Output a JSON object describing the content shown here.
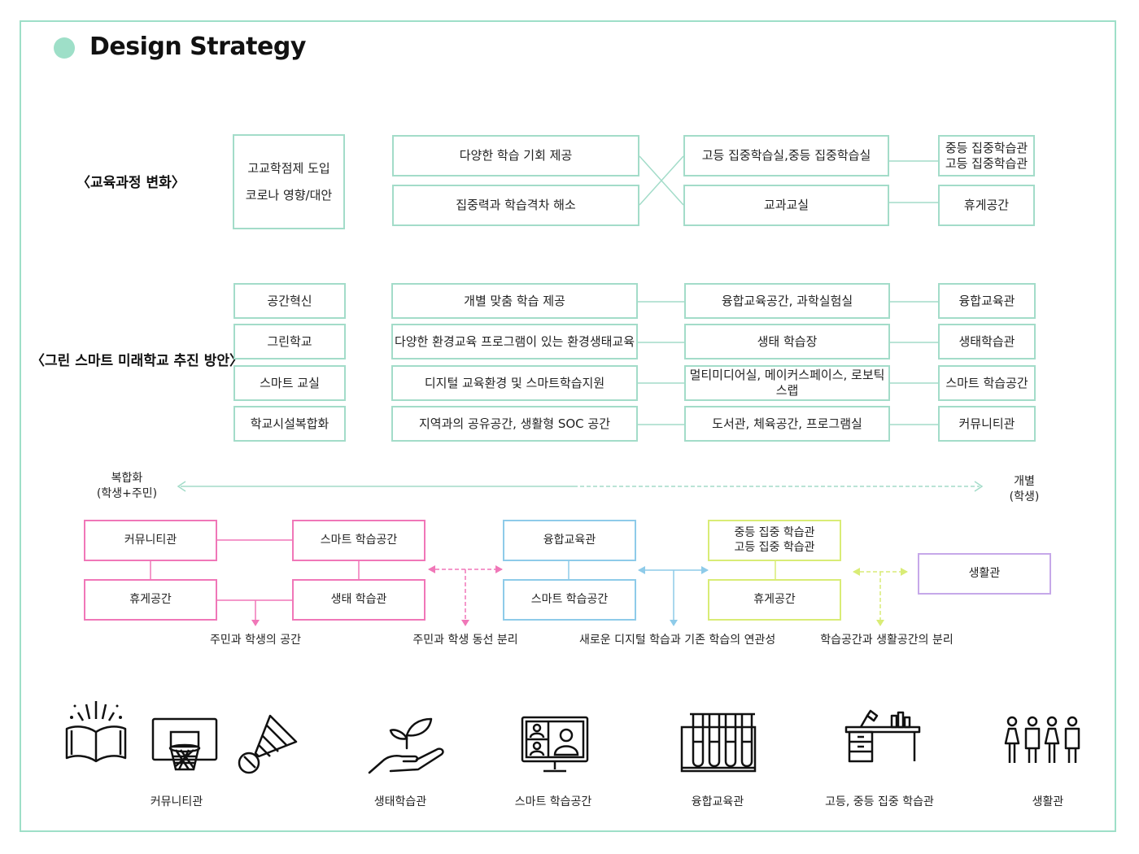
{
  "title": "Design Strategy",
  "section1": {
    "heading": "〈교육과정 변화〉",
    "col1": [
      "고교학점제 도입",
      "코로나 영향/대안"
    ],
    "col2": [
      "다양한 학습 기회 제공",
      "집중력과 학습격차 해소"
    ],
    "col3": [
      "고등 집중학습실,중등 집중학습실",
      "교과교실"
    ],
    "col4": [
      [
        "중등 집중학습관",
        "고등 집중학습관"
      ],
      "휴게공간"
    ]
  },
  "section2": {
    "heading": "〈그린 스마트 미래학교 추진 방안〉",
    "col1": [
      "공간혁신",
      "그린학교",
      "스마트 교실",
      "학교시설복합화"
    ],
    "col2": [
      "개별 맞춤 학습 제공",
      "다양한 환경교육 프로그램이 있는 환경생태교육",
      "디지털 교육환경 및 스마트학습지원",
      "지역과의 공유공간, 생활형 SOC 공간"
    ],
    "col3": [
      "융합교육공간, 과학실험실",
      "생태 학습장",
      "멀티미디어실, 메이커스페이스, 로보틱스랩",
      "도서관, 체육공간, 프로그램실"
    ],
    "col4": [
      "융합교육관",
      "생태학습관",
      "스마트 학습공간",
      "커뮤니티관"
    ]
  },
  "spectrum": {
    "left": [
      "복합화",
      "(학생+주민)"
    ],
    "right": [
      "개별",
      "(학생)"
    ]
  },
  "groups": {
    "pink": [
      "커뮤니티관",
      "스마트 학습공간",
      "휴게공간",
      "생태 학습관"
    ],
    "blue": [
      "융합교육관",
      "스마트 학습공간"
    ],
    "lime": [
      [
        "중등 집중 학습관",
        "고등 집중 학습관"
      ],
      "휴게공간"
    ],
    "purple": [
      "생활관"
    ]
  },
  "captions": [
    "주민과 학생의 공간",
    "주민과 학생 동선 분리",
    "새로운 디지털 학습과 기존 학습의 연관성",
    "학습공간과 생활공간의 분리"
  ],
  "icons": [
    {
      "label": "커뮤니티관",
      "icons": [
        "open-book-icon",
        "basketball-hoop-icon",
        "shuttlecock-icon"
      ]
    },
    {
      "label": "생태학습관",
      "icons": [
        "plant-in-hand-icon"
      ]
    },
    {
      "label": "스마트 학습공간",
      "icons": [
        "video-conference-monitor-icon"
      ]
    },
    {
      "label": "융합교육관",
      "icons": [
        "test-tubes-icon"
      ]
    },
    {
      "label": "고등, 중등 집중 학습관",
      "icons": [
        "study-desk-icon"
      ]
    },
    {
      "label": "생활관",
      "icons": [
        "people-group-icon"
      ]
    }
  ],
  "colors": {
    "mint": "#9edfc8",
    "pink": "#f077b8",
    "blue": "#8ecbe9",
    "lime": "#d9ec76",
    "purple": "#c6a8e9"
  }
}
